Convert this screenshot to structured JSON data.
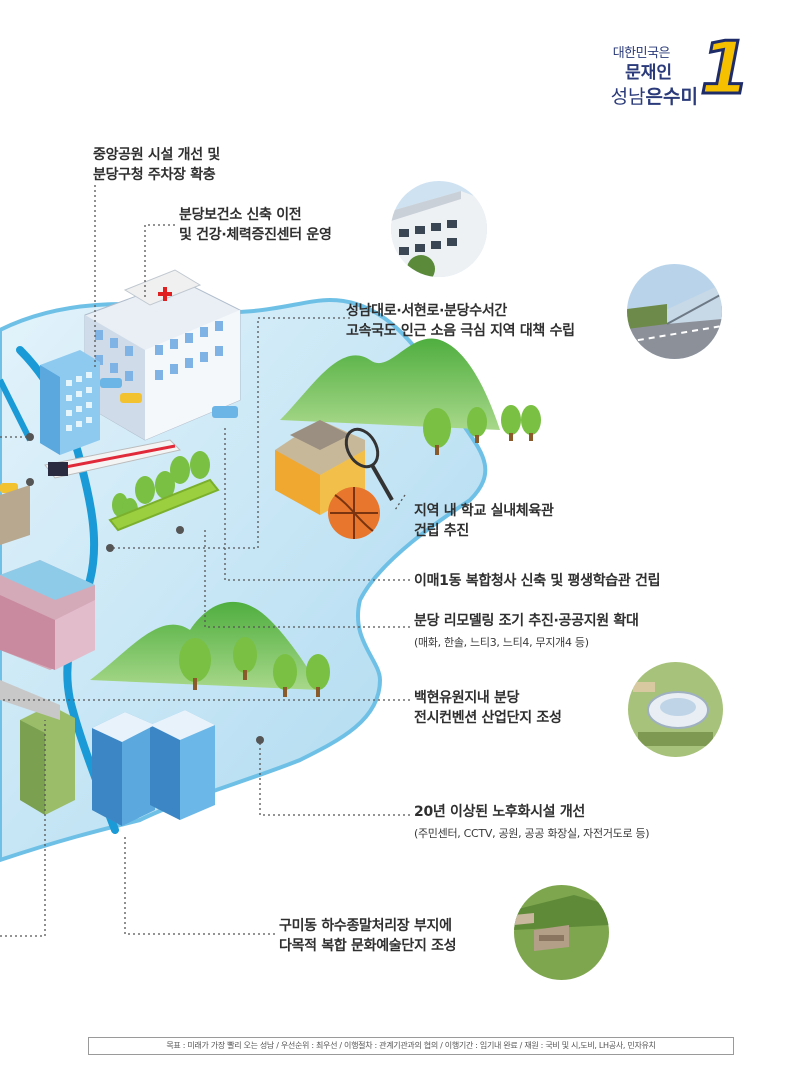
{
  "brand": {
    "line1": "대한민국은",
    "line2": "문재인",
    "line3_a": "성남",
    "line3_b": "은",
    "line3_c": "수미",
    "number": "1"
  },
  "pledges": [
    {
      "title_1": "중앙공원 시설 개선 및",
      "title_2": "분당구청 주차장 확충"
    },
    {
      "title_1": "분당보건소 신축 이전",
      "title_2": "및 건강·체력증진센터 운영"
    },
    {
      "title_1": "성남대로·서현로·분당수서간",
      "title_2": "고속국도 인근 소음 극심 지역 대책 수립"
    },
    {
      "title_1": "지역 내 학교 실내체육관",
      "title_2": "건립 추진"
    },
    {
      "title_1": "이매1동 복합청사 신축 및 평생학습관 건립"
    },
    {
      "title_1": "분당 리모델링 조기 추진·공공지원 확대",
      "detail": "(매화, 한솔, 느티3, 느티4, 무지개4 등)"
    },
    {
      "title_1": "백현유원지내 분당",
      "title_2": "전시컨벤션 산업단지 조성"
    },
    {
      "title_1": "20년 이상된 노후화시설 개선",
      "detail": "(주민센터, CCTV, 공원, 공공 화장실, 자전거도로 등)"
    },
    {
      "title_1": "구미동 하수종말처리장 부지에",
      "title_2": "다목적 복합 문화예술단지 조성"
    }
  ],
  "footer": "목표 : 미래가 가장 빨리 오는 성남 / 우선순위 : 최우선 / 이행절차 : 관계기관과의 협의 / 이행기간 : 임기내 완료 / 재원 : 국비 및 시,도비, LH공사, 민자유치",
  "colors": {
    "land": "#b9e0f2",
    "land_edge": "#6fc0e6",
    "river": "#1a9ad6",
    "hill": "#5cb64a",
    "tree": "#79c043",
    "navy": "#1f2c6a",
    "gold": "#f5c000"
  }
}
